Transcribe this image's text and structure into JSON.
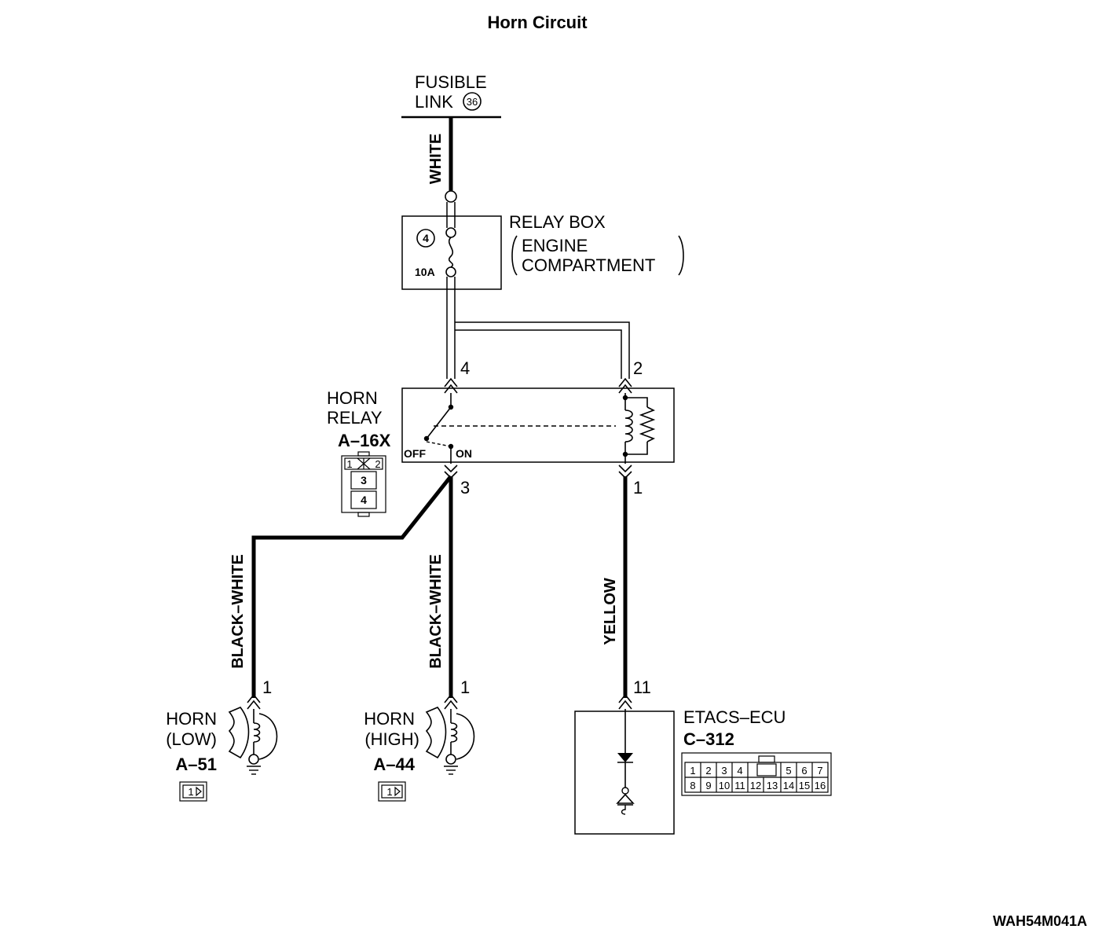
{
  "title": "Horn Circuit",
  "fusible_link": {
    "line1": "FUSIBLE",
    "line2": "LINK",
    "number": "36"
  },
  "relay_box": {
    "title": "RELAY BOX",
    "sub1": "ENGINE",
    "sub2": "COMPARTMENT",
    "fuse_number": "4",
    "fuse_rating": "10A"
  },
  "wires": {
    "white": "WHITE",
    "black_white_low": "BLACK–WHITE",
    "black_white_high": "BLACK–WHITE",
    "yellow": "YELLOW"
  },
  "horn_relay": {
    "line1": "HORN",
    "line2": "RELAY",
    "code": "A–16X",
    "pin_top_left": "4",
    "pin_top_right": "2",
    "pin_bottom_left": "3",
    "pin_bottom_right": "1",
    "off_label": "OFF",
    "on_label": "ON",
    "connector": {
      "p1": "1",
      "p2": "2",
      "p3": "3",
      "p4": "4"
    }
  },
  "horn_low": {
    "line1": "HORN",
    "line2": "(LOW)",
    "code": "A–51",
    "pin": "1",
    "connector_pin": "1"
  },
  "horn_high": {
    "line1": "HORN",
    "line2": "(HIGH)",
    "code": "A–44",
    "pin": "1",
    "connector_pin": "1"
  },
  "etacs": {
    "name": "ETACS–ECU",
    "code": "C–312",
    "pin": "11",
    "connector_top": [
      "1",
      "2",
      "3",
      "4",
      "5",
      "6",
      "7"
    ],
    "connector_bottom": [
      "8",
      "9",
      "10",
      "11",
      "12",
      "13",
      "14",
      "15",
      "16"
    ]
  },
  "diagram_id": "WAH54M041A"
}
